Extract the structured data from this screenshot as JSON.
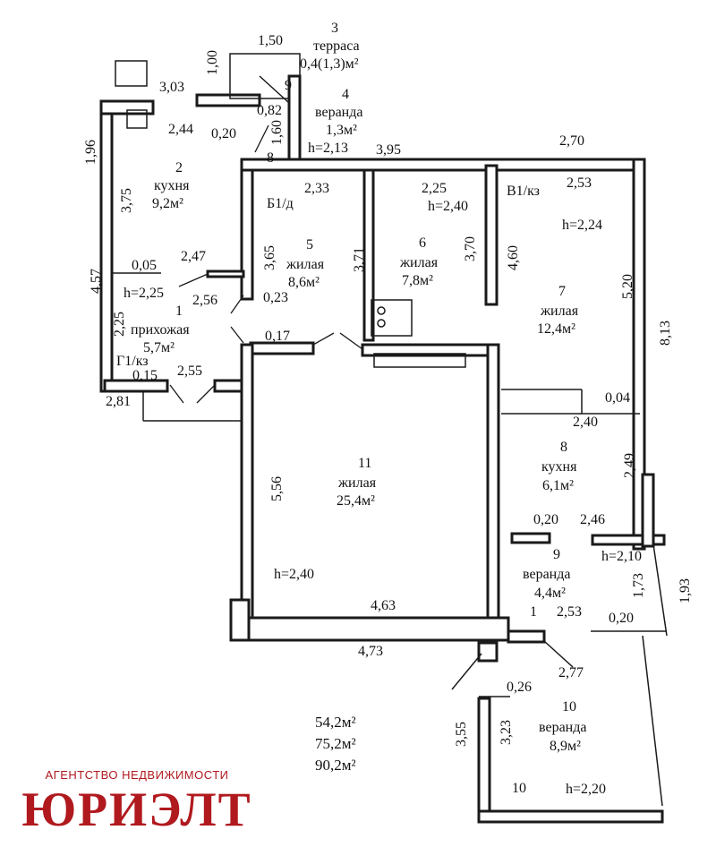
{
  "rooms": [
    {
      "id": "r1",
      "num": "1",
      "name": "прихожая",
      "area": "5,7м²",
      "extra": "Г1/кз",
      "height": "h=2,25"
    },
    {
      "id": "r2",
      "num": "2",
      "name": "кухня",
      "area": "9,2м²"
    },
    {
      "id": "r3",
      "num": "3",
      "name": "терраса",
      "area": "0,4(1,3)м²"
    },
    {
      "id": "r4",
      "num": "4",
      "name": "веранда",
      "area": "1,3м²",
      "height": "h=2,13"
    },
    {
      "id": "r5",
      "num": "5",
      "name": "жилая",
      "area": "8,6м²",
      "extra": "Б1/д"
    },
    {
      "id": "r6",
      "num": "6",
      "name": "жилая",
      "area": "7,8м²",
      "height": "h=2,40"
    },
    {
      "id": "r7",
      "num": "7",
      "name": "жилая",
      "area": "12,4м²",
      "extra": "В1/кз",
      "height": "h=2,24"
    },
    {
      "id": "r8",
      "num": "8",
      "name": "кухня",
      "area": "6,1м²"
    },
    {
      "id": "r9",
      "num": "9",
      "name": "веранда",
      "area": "4,4м²",
      "height": "h=2,10"
    },
    {
      "id": "r10",
      "num": "10",
      "name": "веранда",
      "area": "8,9м²",
      "height": "h=2,20"
    },
    {
      "id": "r11",
      "num": "11",
      "name": "жилая",
      "area": "25,4м²",
      "height": "h=2,40"
    }
  ],
  "dimensions": {
    "d150": "1,50",
    "d100": "1,00",
    "d303": "3,03",
    "d082": "0,82",
    "d244": "2,44",
    "d020a": "0,20",
    "d160": "1,60",
    "d196": "1,96",
    "d375": "3,75",
    "d395": "3,95",
    "d270": "2,70",
    "d233": "2,33",
    "d225a": "2,25",
    "d253a": "2,53",
    "d247": "2,47",
    "d005": "0,05",
    "d457": "4,57",
    "d365": "3,65",
    "d371": "3,71",
    "d370": "3,70",
    "d460": "4,60",
    "d520": "5,20",
    "d256": "2,56",
    "d023": "0,23",
    "d225b": "2,25",
    "d017": "0,17",
    "d015": "0,15",
    "d255": "2,55",
    "d281": "2,81",
    "d813": "8,13",
    "d004": "0,04",
    "d240": "2,40",
    "d249": "2,49",
    "d556": "5,56",
    "d020b": "0,20",
    "d246": "2,46",
    "d173": "1,73",
    "d193": "1,93",
    "d253b": "2,53",
    "d020c": "0,20",
    "d463": "4,63",
    "d473": "4,73",
    "d277": "2,77",
    "d026": "0,26",
    "d355": "3,55",
    "d323": "3,23",
    "n8": "8",
    "n9": "9",
    "n1a": "1",
    "n1b": "1",
    "n10": "10"
  },
  "totals": [
    "54,2м²",
    "75,2м²",
    "90,2м²"
  ],
  "brand": {
    "subtitle": "АГЕНТСТВО НЕДВИЖИМОСТИ",
    "name": "ЮРИЭЛТ",
    "color": "#b0191e"
  }
}
